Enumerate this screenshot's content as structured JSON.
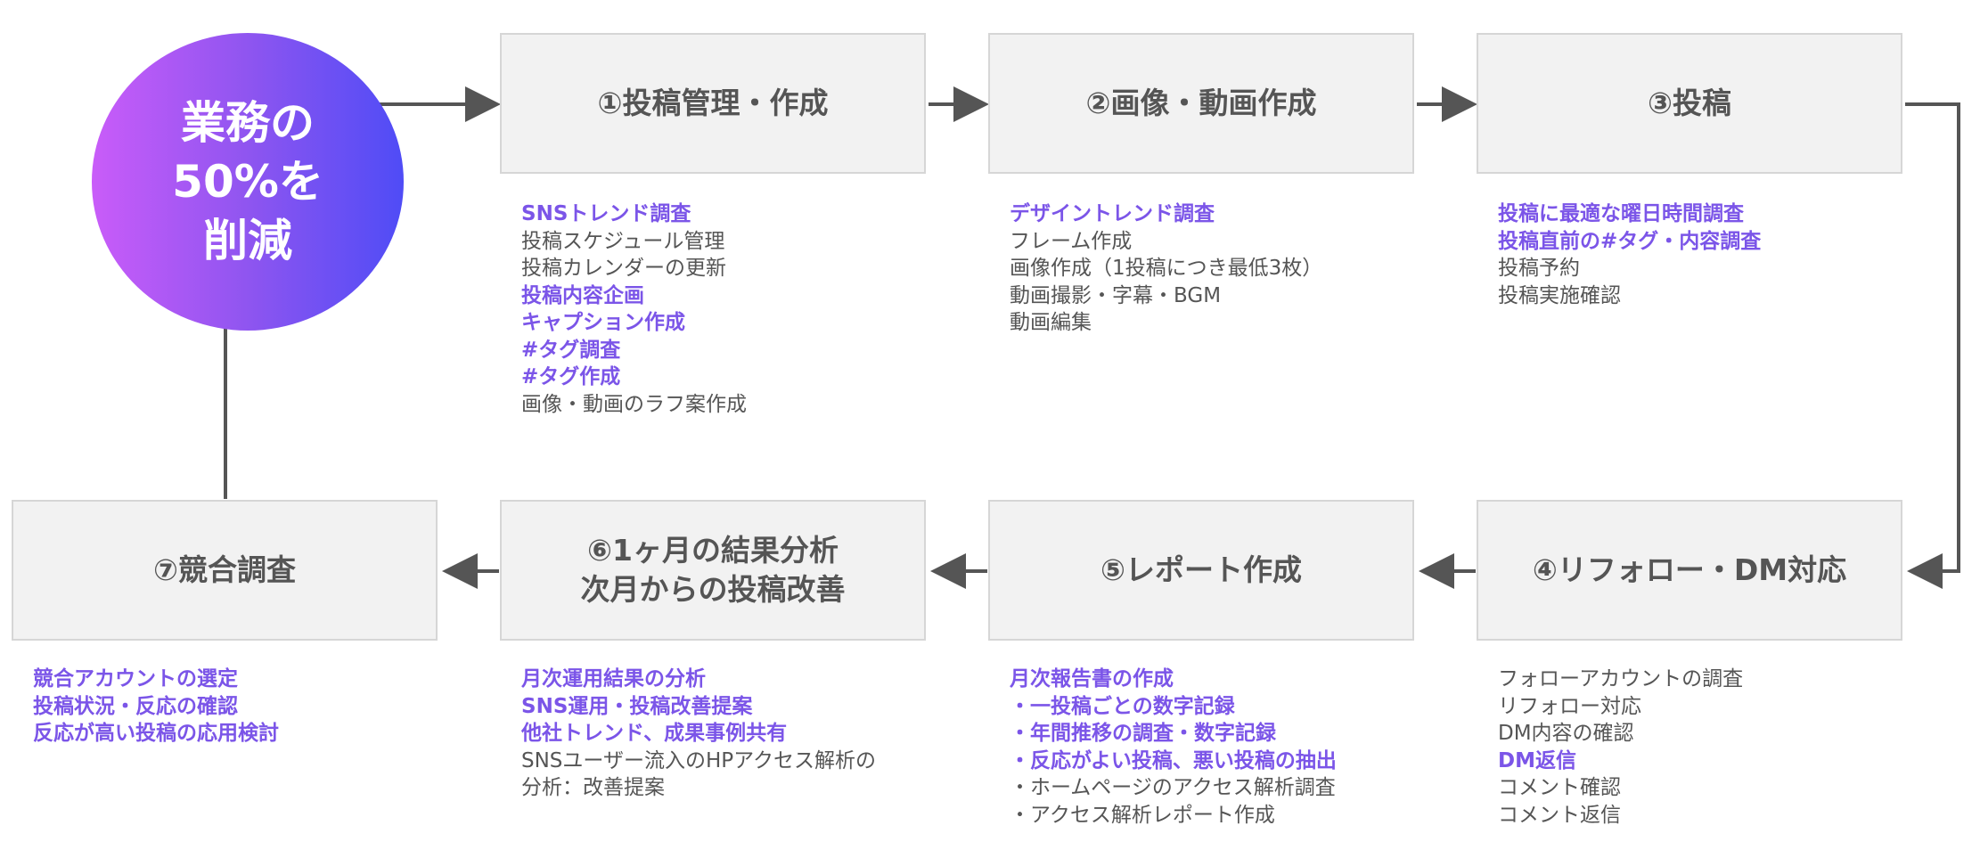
{
  "center": {
    "lines": [
      "業務の",
      "50%を",
      "削減"
    ]
  },
  "colors": {
    "accent": "#7b55e8",
    "box_bg": "#f2f2f2",
    "text": "#555555",
    "arrow": "#555555",
    "gradient": [
      "#c95cf9",
      "#4f4cf6"
    ]
  },
  "steps": [
    {
      "title": [
        "①投稿管理・作成"
      ],
      "items": [
        {
          "text": "SNSトレンド調査",
          "hl": true
        },
        {
          "text": "投稿スケジュール管理",
          "hl": false
        },
        {
          "text": "投稿カレンダーの更新",
          "hl": false
        },
        {
          "text": "投稿内容企画",
          "hl": true
        },
        {
          "text": "キャプション作成",
          "hl": true
        },
        {
          "text": "#タグ調査",
          "hl": true
        },
        {
          "text": "#タグ作成",
          "hl": true
        },
        {
          "text": "画像・動画のラフ案作成",
          "hl": false
        }
      ]
    },
    {
      "title": [
        "②画像・動画作成"
      ],
      "items": [
        {
          "text": "デザイントレンド調査",
          "hl": true
        },
        {
          "text": "フレーム作成",
          "hl": false
        },
        {
          "text": "画像作成（1投稿につき最低3枚）",
          "hl": false
        },
        {
          "text": "動画撮影・字幕・BGM",
          "hl": false
        },
        {
          "text": "動画編集",
          "hl": false
        }
      ]
    },
    {
      "title": [
        "③投稿"
      ],
      "items": [
        {
          "text": "投稿に最適な曜日時間調査",
          "hl": true
        },
        {
          "text": "投稿直前の#タグ・内容調査",
          "hl": true
        },
        {
          "text": "投稿予約",
          "hl": false
        },
        {
          "text": "投稿実施確認",
          "hl": false
        }
      ]
    },
    {
      "title": [
        "④リフォロー・DM対応"
      ],
      "items": [
        {
          "text": "フォローアカウントの調査",
          "hl": false
        },
        {
          "text": "リフォロー対応",
          "hl": false
        },
        {
          "text": "DM内容の確認",
          "hl": false
        },
        {
          "text": "DM返信",
          "hl": true
        },
        {
          "text": "コメント確認",
          "hl": false
        },
        {
          "text": "コメント返信",
          "hl": false
        }
      ]
    },
    {
      "title": [
        "⑤レポート作成"
      ],
      "items": [
        {
          "text": "月次報告書の作成",
          "hl": true
        },
        {
          "text": "・一投稿ごとの数字記録",
          "hl": true
        },
        {
          "text": "・年間推移の調査・数字記録",
          "hl": true
        },
        {
          "text": "・反応がよい投稿、悪い投稿の抽出",
          "hl": true
        },
        {
          "text": "・ホームページのアクセス解析調査",
          "hl": false
        },
        {
          "text": "・アクセス解析レポート作成",
          "hl": false
        }
      ]
    },
    {
      "title": [
        "⑥1ヶ月の結果分析",
        "次月からの投稿改善"
      ],
      "items": [
        {
          "text": "月次運用結果の分析",
          "hl": true
        },
        {
          "text": "SNS運用・投稿改善提案",
          "hl": true
        },
        {
          "text": "他社トレンド、成果事例共有",
          "hl": true
        },
        {
          "text": "SNSユーザー流入のHPアクセス解析の",
          "hl": false
        },
        {
          "text": "分析：改善提案",
          "hl": false
        }
      ]
    },
    {
      "title": [
        "⑦競合調査"
      ],
      "items": [
        {
          "text": "競合アカウントの選定",
          "hl": true
        },
        {
          "text": "投稿状況・反応の確認",
          "hl": true
        },
        {
          "text": "反応が高い投稿の応用検討",
          "hl": true
        }
      ]
    }
  ]
}
